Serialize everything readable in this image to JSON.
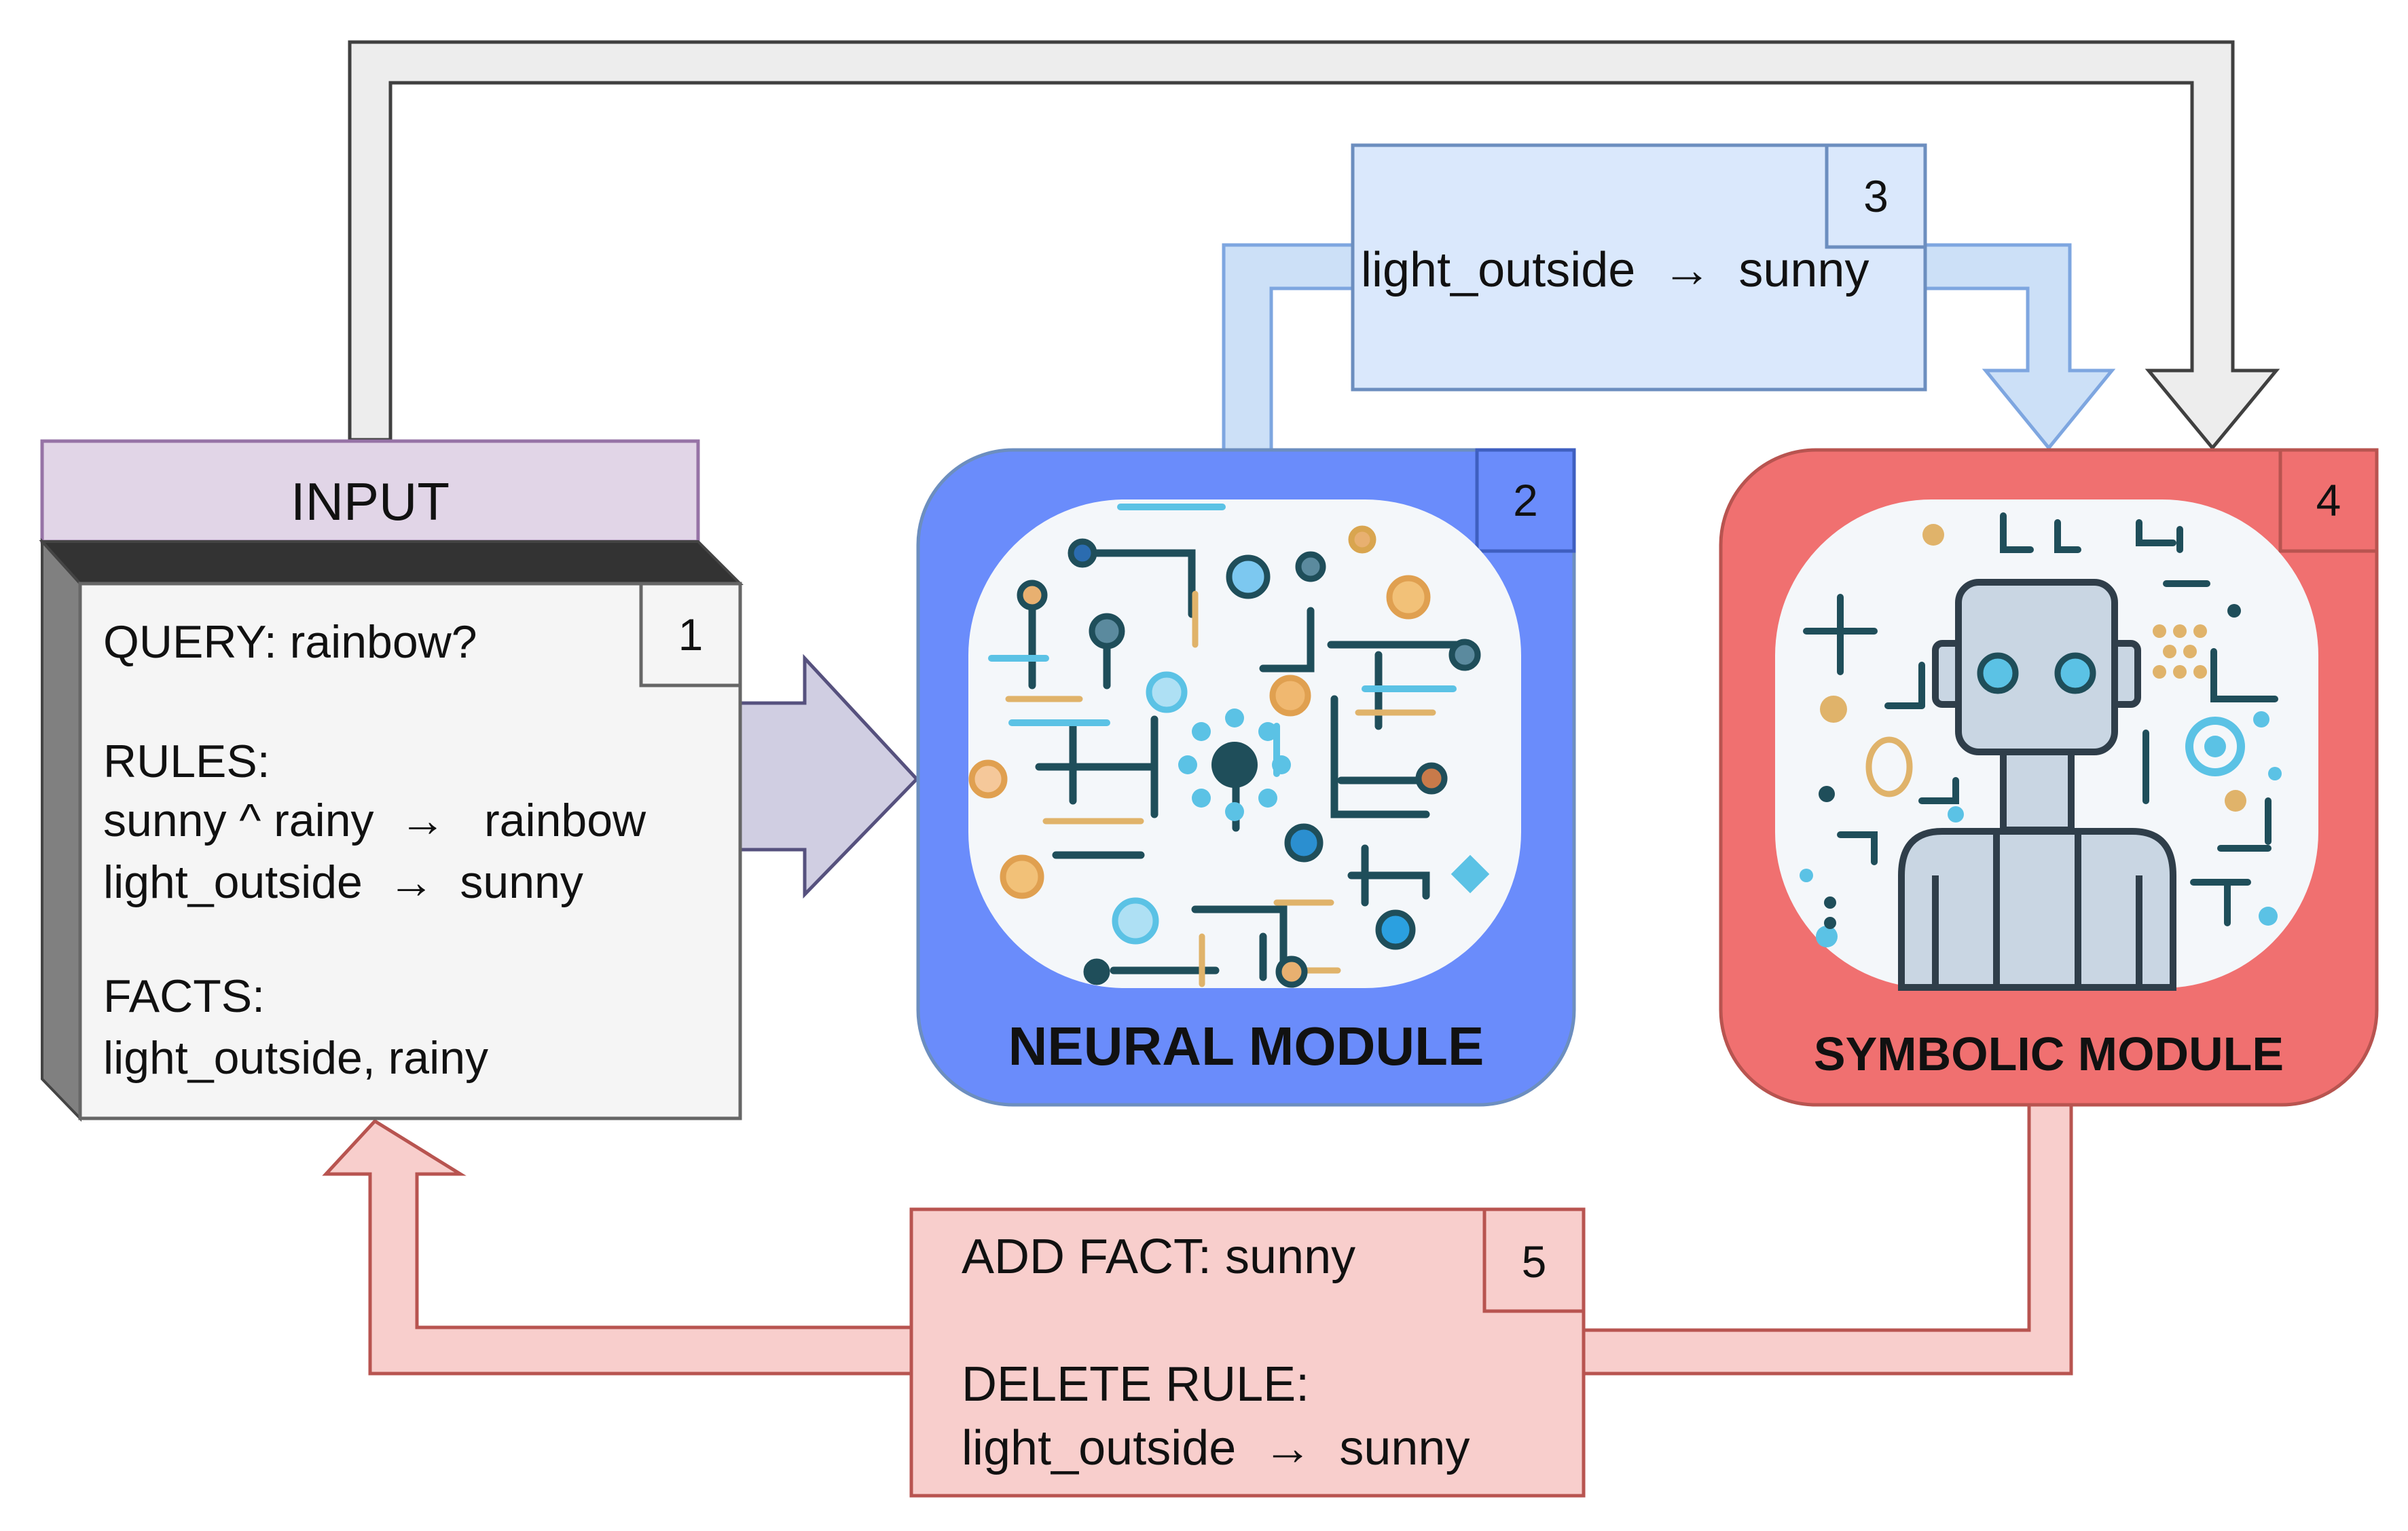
{
  "input": {
    "title": "INPUT",
    "number": "1",
    "query": "QUERY: rainbow?",
    "rules_heading": "RULES:",
    "rules": [
      "sunny ^ rainy  →   rainbow",
      "light_outside  →  sunny"
    ],
    "facts_heading": "FACTS:",
    "facts": "light_outside, rainy"
  },
  "neural_module": {
    "label": "NEURAL MODULE",
    "number": "2",
    "icon": "circuit-board-icon"
  },
  "rule_box": {
    "number": "3",
    "text": "light_outside  →  sunny"
  },
  "symbolic_module": {
    "label": "SYMBOLIC MODULE",
    "number": "4",
    "icon": "robot-icon"
  },
  "update_box": {
    "number": "5",
    "add_fact": "ADD FACT: sunny",
    "delete_heading": "DELETE RULE:",
    "delete_rule": "light_outside  →  sunny"
  },
  "colors": {
    "input_title_bg": "#e1d5e7",
    "input_title_border": "#9673a6",
    "input_box_bg": "#f5f5f5",
    "neural_bg": "#6c8ebf",
    "neural_fill": "#6a8cfb",
    "symbolic_fill": "#f07070",
    "rule_box_bg": "#dae8fc",
    "rule_box_border": "#6c8ebf",
    "update_box_bg": "#f8cecc",
    "update_box_border": "#b85450",
    "grey_arrow": "#ededed",
    "purple_arrow": "#d0cee2"
  }
}
